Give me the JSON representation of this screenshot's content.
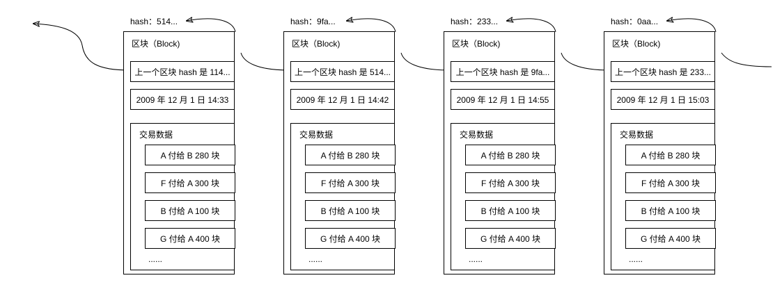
{
  "blocks": [
    {
      "hash_label": "hash：514...",
      "title": "区块（Block)",
      "prev_hash": "上一个区块 hash 是 114...",
      "timestamp": "2009 年 12 月 1 日 14:33",
      "tx_title": "交易数据",
      "transactions": [
        "A 付给 B 280 块",
        "F 付给 A 300 块",
        "B 付给 A 100 块",
        "G 付给 A 400 块"
      ],
      "more": "......"
    },
    {
      "hash_label": "hash：9fa...",
      "title": "区块（Block)",
      "prev_hash": "上一个区块 hash 是 514...",
      "timestamp": "2009 年 12 月 1 日 14:42",
      "tx_title": "交易数据",
      "transactions": [
        "A 付给 B 280 块",
        "F 付给 A 300 块",
        "B 付给 A 100 块",
        "G 付给 A 400 块"
      ],
      "more": "......"
    },
    {
      "hash_label": "hash：233...",
      "title": "区块（Block)",
      "prev_hash": "上一个区块 hash 是 9fa...",
      "timestamp": "2009 年 12 月 1 日 14:55",
      "tx_title": "交易数据",
      "transactions": [
        "A 付给 B 280 块",
        "F 付给 A 300 块",
        "B 付给 A 100 块",
        "G 付给 A 400 块"
      ],
      "more": "......"
    },
    {
      "hash_label": "hash：0aa...",
      "title": "区块（Block)",
      "prev_hash": "上一个区块 hash 是 233...",
      "timestamp": "2009 年 12 月 1 日 15:03",
      "tx_title": "交易数据",
      "transactions": [
        "A 付给 B 280 块",
        "F 付给 A 300 块",
        "B 付给 A 100 块",
        "G 付给 A 400 块"
      ],
      "more": "......"
    }
  ]
}
